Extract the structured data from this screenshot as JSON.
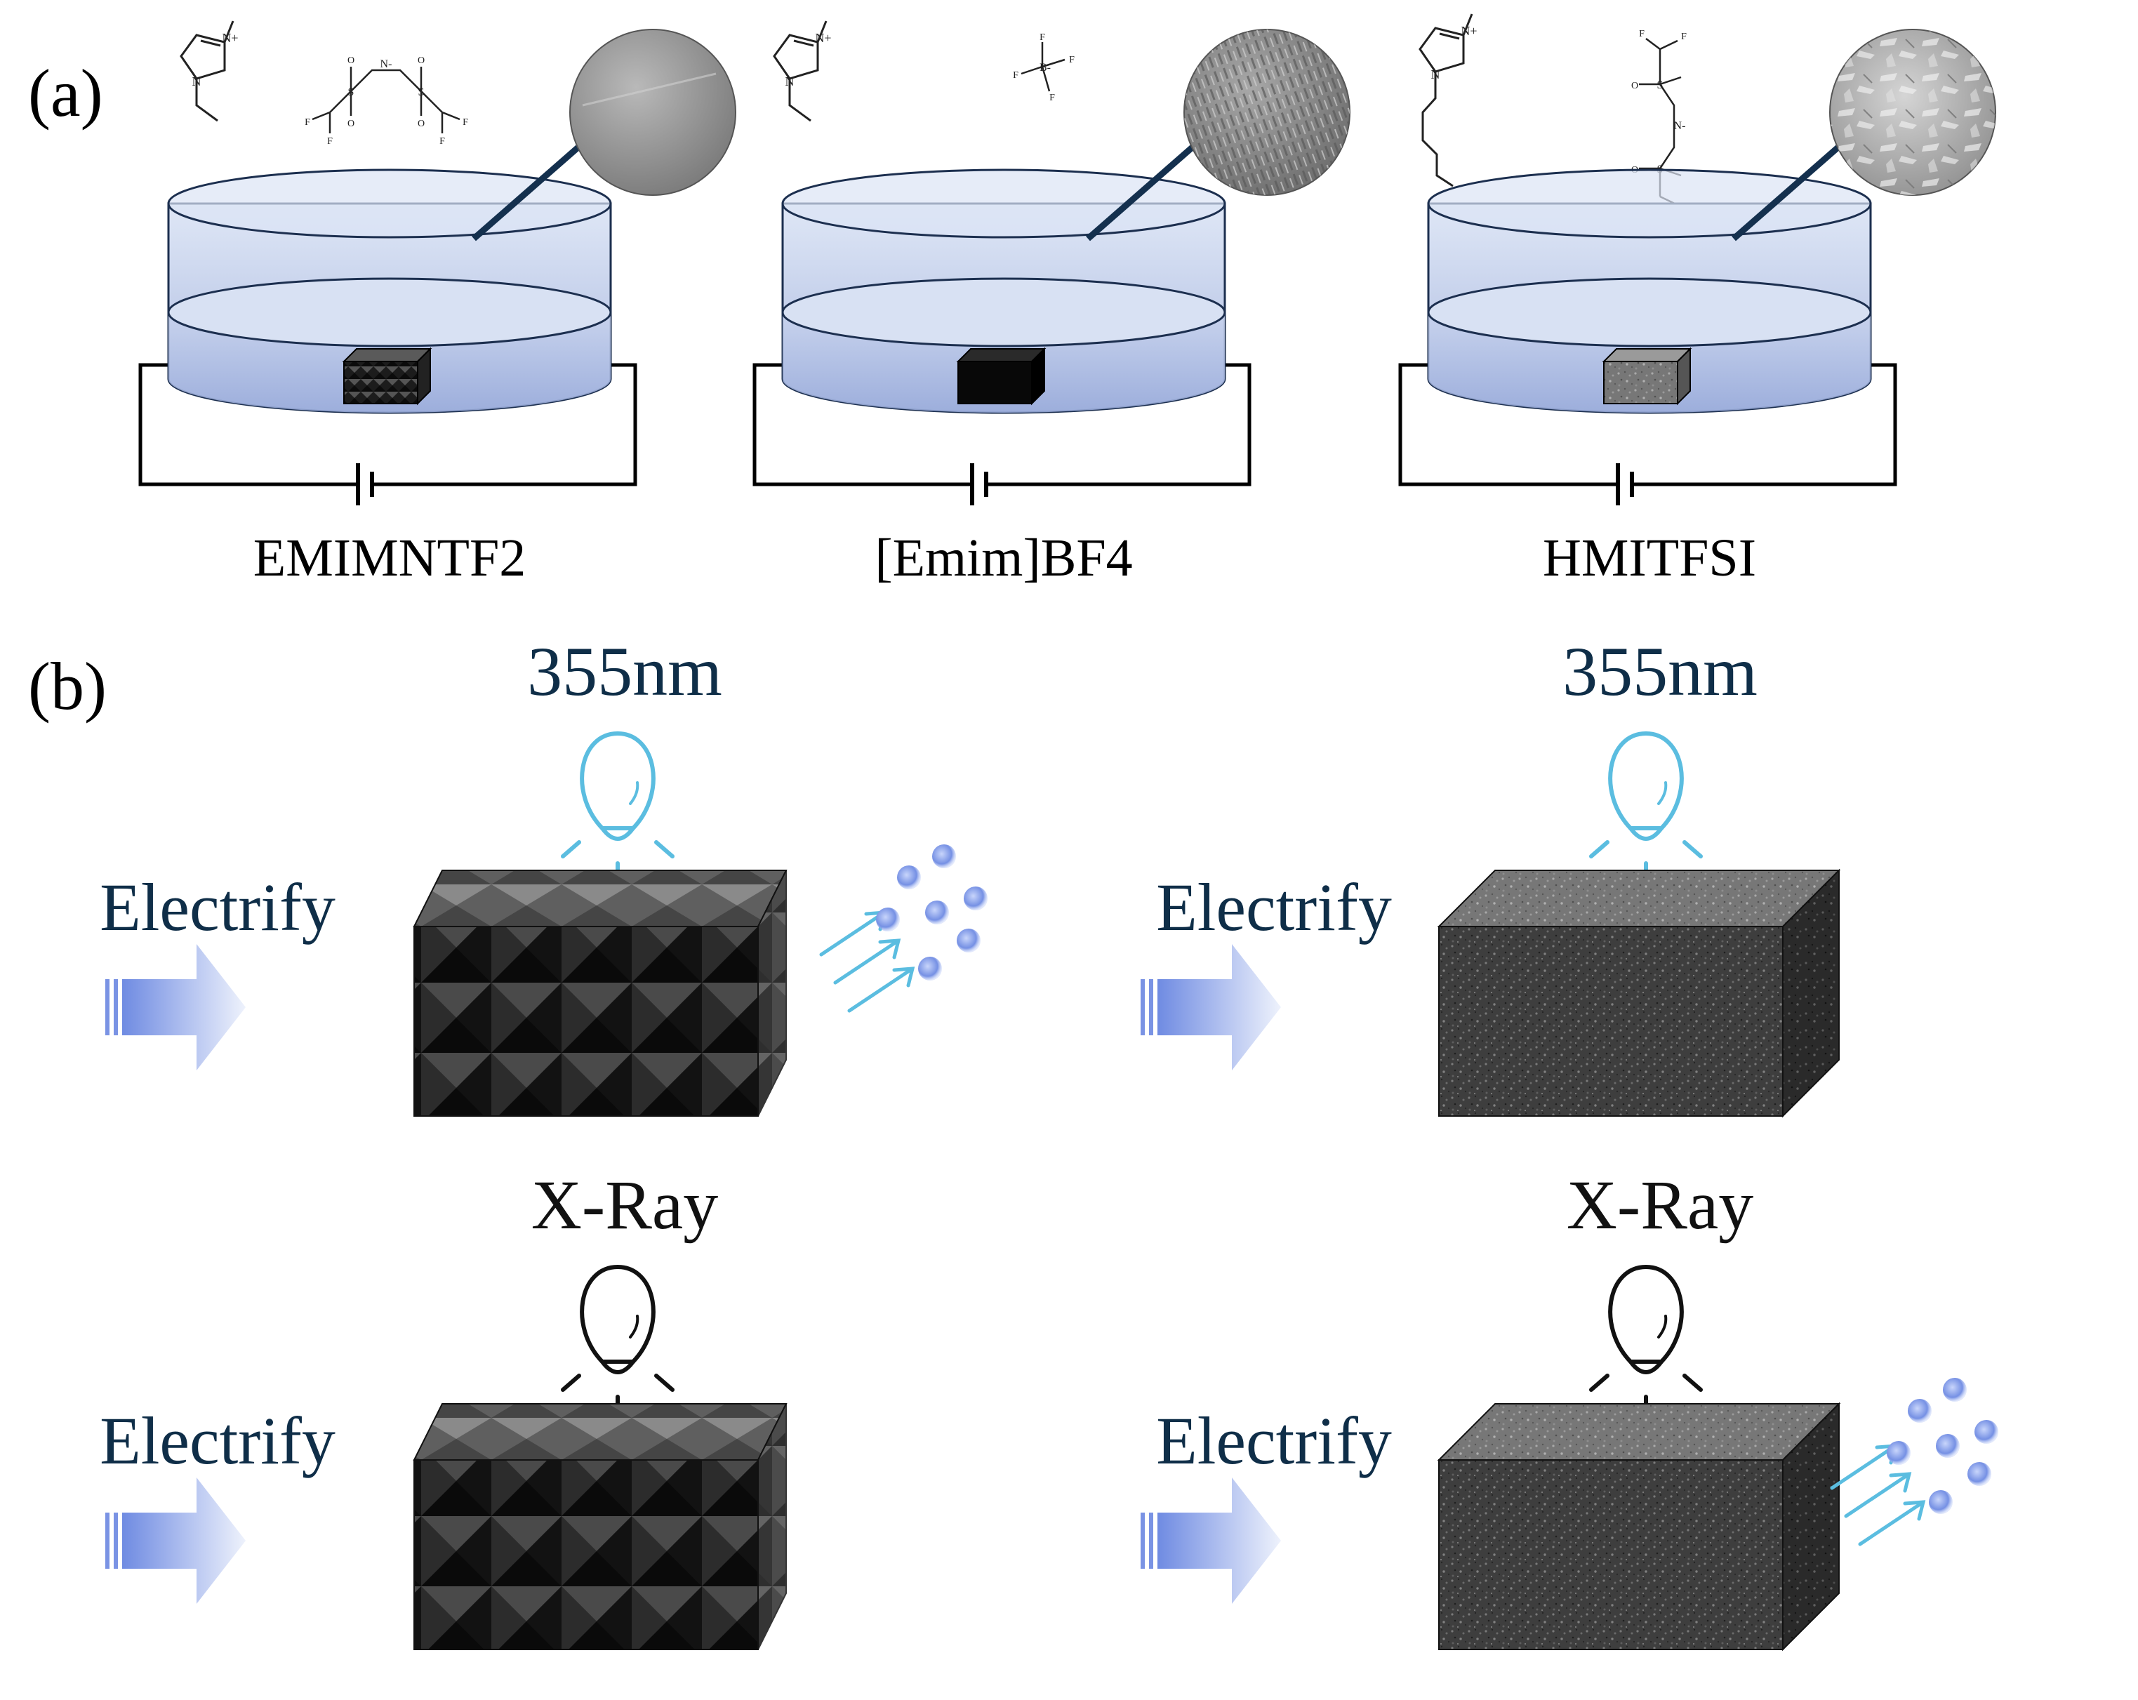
{
  "panel_a": {
    "label": "(a)",
    "cells": [
      {
        "electrolyte": "EMIMNTF2",
        "block_style": "faceted-dark",
        "sem_texture": "smooth"
      },
      {
        "electrolyte": "[Emim]BF4",
        "block_style": "solid-black",
        "sem_texture": "striated"
      },
      {
        "electrolyte": "HMITFSI",
        "block_style": "speckled-gray",
        "sem_texture": "crystalline"
      }
    ],
    "molecule_atoms": {
      "methyl_imidazolium_n_plus": "N+",
      "imidazole_n": "N",
      "tfsi_s": "S",
      "tfsi_n_minus": "N-",
      "fluorine": "F",
      "oxygen": "O",
      "borate": "B-"
    }
  },
  "panel_b": {
    "label": "(b)",
    "scenes": [
      {
        "light_label": "355nm",
        "action_label": "Electrify",
        "block_style": "faceted-dark",
        "emits_particles": true,
        "light_color": "#5bbde0",
        "label_color": "#0f2e48"
      },
      {
        "light_label": "355nm",
        "action_label": "Electrify",
        "block_style": "speckled-gray",
        "emits_particles": false,
        "light_color": "#5bbde0",
        "label_color": "#0f2e48"
      },
      {
        "light_label": "X-Ray",
        "action_label": "Electrify",
        "block_style": "faceted-dark",
        "emits_particles": false,
        "light_color": "#111111",
        "label_color": "#111111"
      },
      {
        "light_label": "X-Ray",
        "action_label": "Electrify",
        "block_style": "speckled-gray",
        "emits_particles": true,
        "light_color": "#111111",
        "label_color": "#111111"
      }
    ]
  },
  "colors": {
    "dish_fill": "#c7d5ee",
    "dish_stroke": "#1c2f4f",
    "liquid_top": "#d8e1f3",
    "arrow_dark": "#14304e",
    "electrify_arrow": "#8fa6e8",
    "emission_arrows": "#5bbde0",
    "particles": "#7a9ae6"
  }
}
